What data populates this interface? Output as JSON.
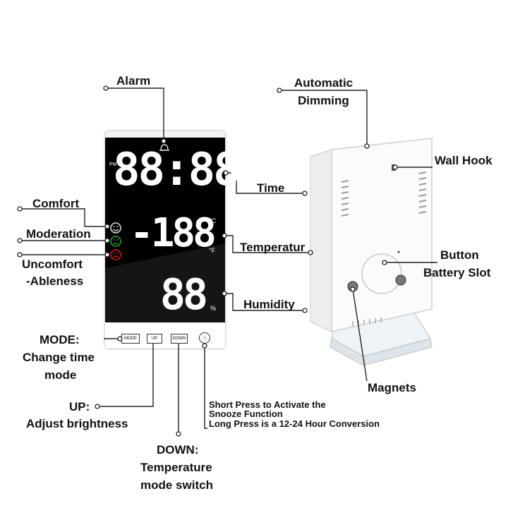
{
  "display": {
    "time": "88:88",
    "pm": "PM",
    "temperature": "-188",
    "celsius": "°C",
    "fahrenheit": "°F",
    "humidity": "88",
    "percent": "%",
    "buttons": {
      "mode": "MODE",
      "up": "UP",
      "down": "DOWN"
    }
  },
  "callouts": {
    "alarm": "Alarm",
    "time": "Time",
    "temperature": "Temperatur",
    "humidity": "Humidity",
    "comfort": "Comfort",
    "moderation": "Moderation",
    "uncomfortable_1": "Uncomfort",
    "uncomfortable_2": "-Ableness",
    "mode_1": "MODE:",
    "mode_2": "Change time",
    "mode_3": "mode",
    "up_1": "UP:",
    "up_2": "Adjust brightness",
    "down_1": "DOWN:",
    "down_2": "Temperature",
    "down_3": "mode switch",
    "snooze_1": "Short Press to Activate the",
    "snooze_2": "Snooze Function",
    "snooze_3": "Long Press is a 12-24 Hour Conversion",
    "dimming_1": "Automatic",
    "dimming_2": "Dimming",
    "wall_hook": "Wall Hook",
    "button": "Button",
    "battery_slot": "Battery Slot",
    "magnets": "Magnets"
  },
  "colors": {
    "screen": "#000000",
    "digits": "#ffffff",
    "comfort_face": "#d8d8d8",
    "moderation_face": "#20a020",
    "uncomfortable_face": "#d01818",
    "leader": "#222222"
  }
}
